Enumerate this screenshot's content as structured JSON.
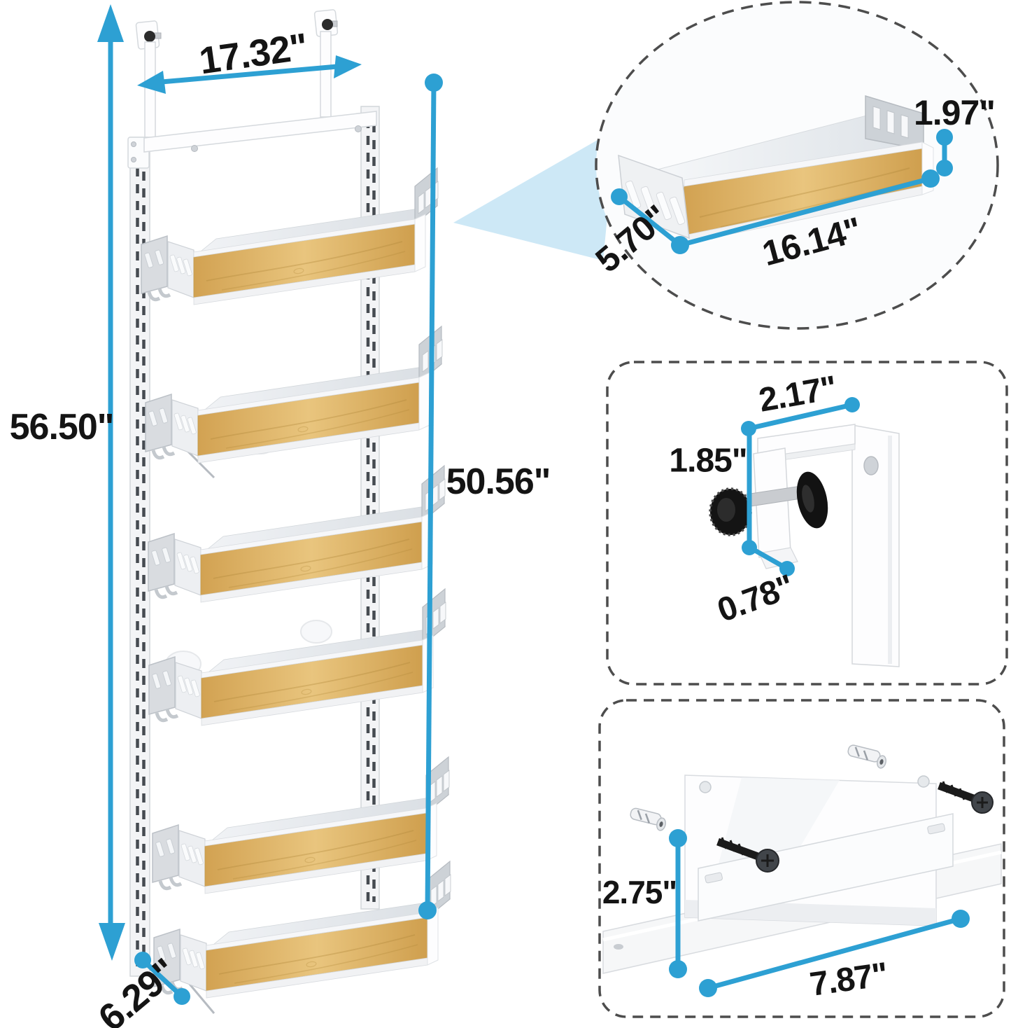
{
  "product_diagram": {
    "description": "Over-door adjustable 6-basket bamboo pantry organizer dimension diagram",
    "basket_count": 6,
    "colors": {
      "dimension_blue": "#2da0d3",
      "callout_wedge_blue": "#cde8f6",
      "dashed_outline_gray": "#4d4d4d",
      "bamboo_wood": "#e0b468",
      "metal_white": "#f4f5f7"
    },
    "main_unit": {
      "width_label": "17.32\"",
      "total_height_label": "56.50\"",
      "rail_height_label": "50.56\"",
      "depth_label": "6.29\""
    },
    "basket_detail": {
      "height_label": "1.97\"",
      "depth_label": "5.70\"",
      "width_label": "16.14\""
    },
    "door_hook_detail": {
      "width_label": "2.17\"",
      "height_label": "1.85\"",
      "thickness_label": "0.78\""
    },
    "wall_bracket_detail": {
      "height_label": "2.75\"",
      "width_label": "7.87\""
    }
  }
}
